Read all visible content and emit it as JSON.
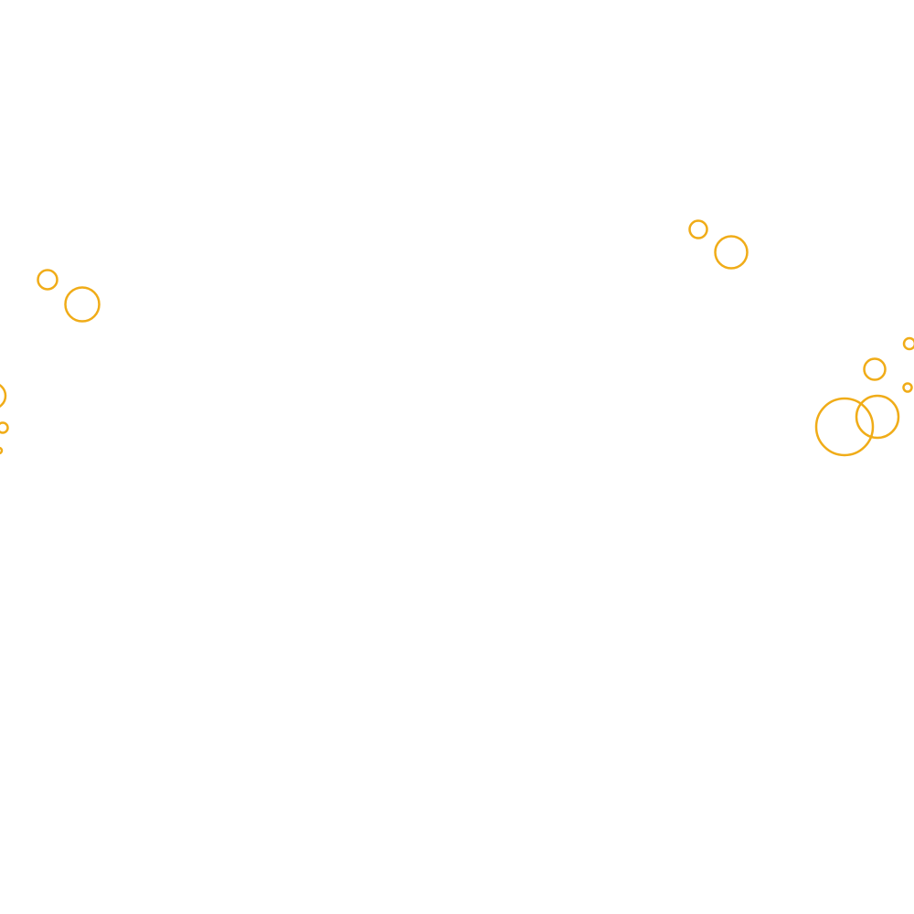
{
  "background_color": "#ffffff",
  "accent_color": "#f0ac18",
  "groups": [
    {
      "name": "left-bubble-group",
      "bubble_count": 2
    },
    {
      "name": "left-edge-bubble-group",
      "bubble_count": 3
    },
    {
      "name": "top-right-bubble-group",
      "bubble_count": 2
    },
    {
      "name": "right-edge-bubble-group",
      "bubble_count": 5
    }
  ]
}
